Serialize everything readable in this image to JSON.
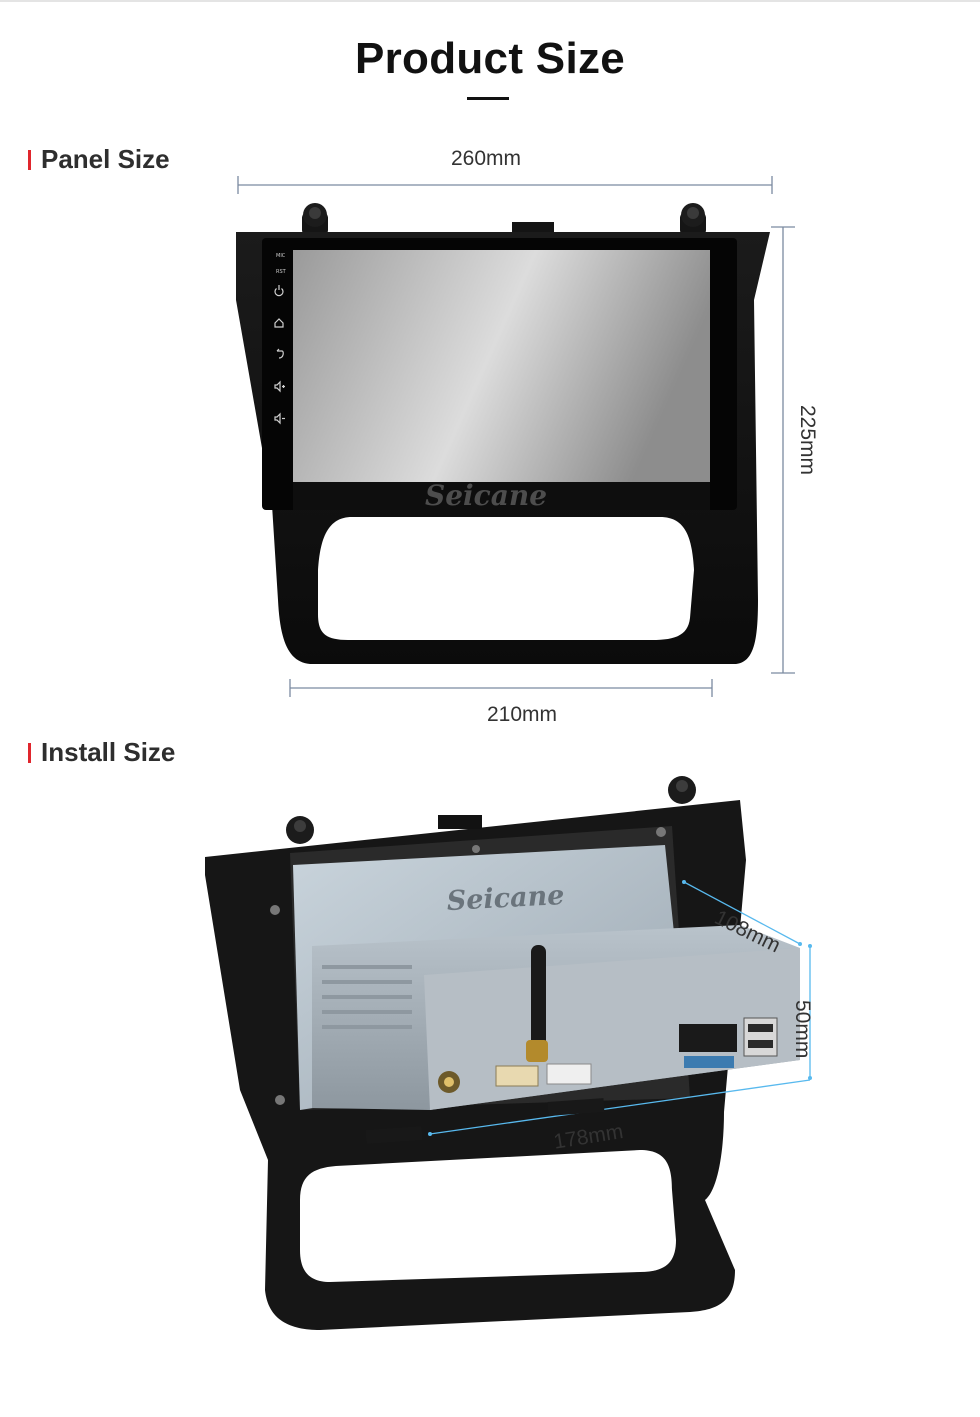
{
  "page": {
    "title": "Product Size"
  },
  "panel_size": {
    "heading": "Panel Size",
    "width_top": "260mm",
    "width_bottom": "210mm",
    "height": "225mm",
    "brand": "Seicane",
    "side_buttons": [
      "MIC",
      "RST",
      "power-icon",
      "home-icon",
      "back-icon",
      "volume-up-icon",
      "volume-down-icon"
    ]
  },
  "install_size": {
    "heading": "Install Size",
    "brand": "Seicane",
    "depth": "108mm",
    "height": "50mm",
    "width": "178mm"
  },
  "colors": {
    "accent": "#e0262d",
    "dimension_line_panel": "#7b8aa0",
    "dimension_line_install": "#58b9ee"
  }
}
